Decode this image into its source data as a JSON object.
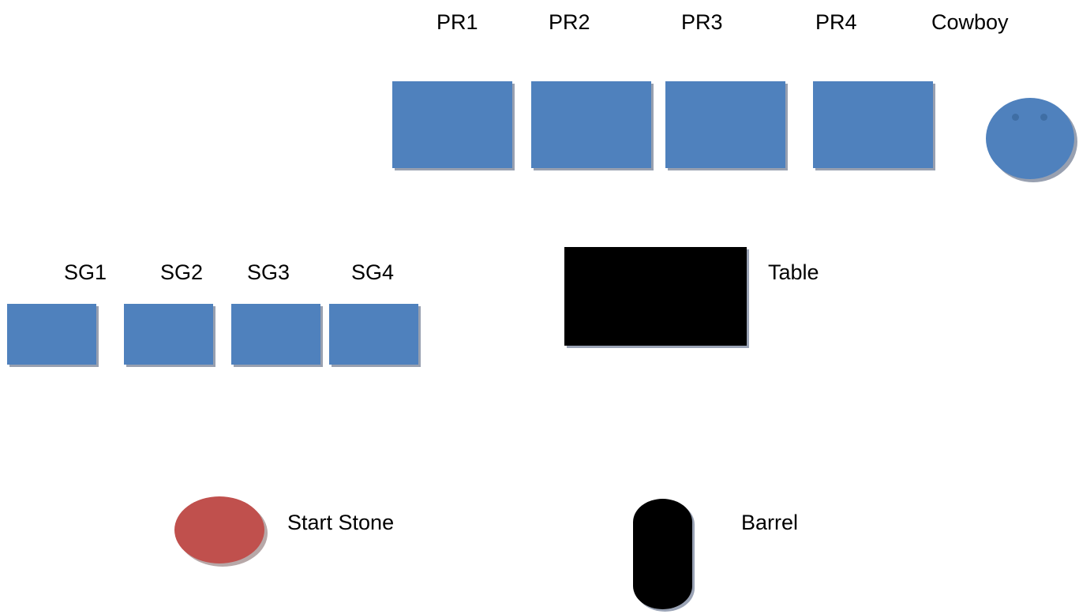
{
  "labels": {
    "pr1": "PR1",
    "pr2": "PR2",
    "pr3": "PR3",
    "pr4": "PR4",
    "cowboy": "Cowboy",
    "sg1": "SG1",
    "sg2": "SG2",
    "sg3": "SG3",
    "sg4": "SG4",
    "table": "Table",
    "start_stone": "Start Stone",
    "barrel": "Barrel"
  },
  "colors": {
    "target_blue": "#4f81bd",
    "table_black": "#000000",
    "barrel_black": "#000000",
    "start_stone_red": "#c0504d"
  }
}
